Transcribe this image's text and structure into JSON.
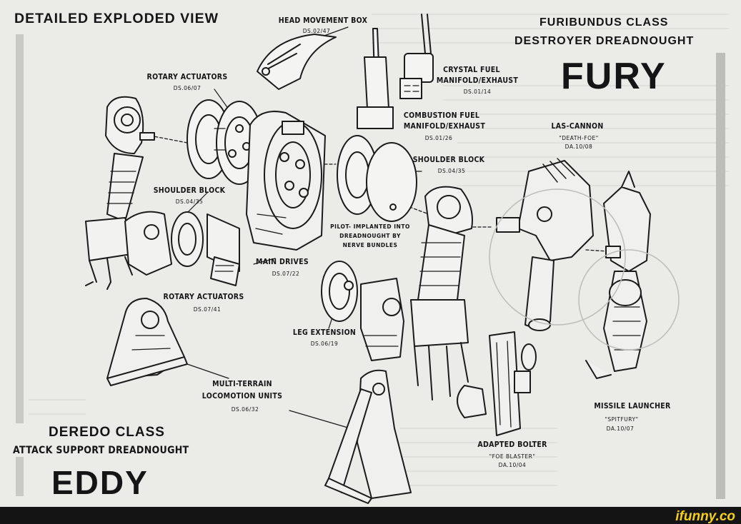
{
  "header": {
    "title": "DETAILED EXPLODED VIEW",
    "fury_class": "FURIBUNDUS CLASS",
    "fury_type": "DESTROYER DREADNOUGHT",
    "fury_name": "FURY"
  },
  "footer": {
    "eddy_class": "DEREDO CLASS",
    "eddy_type": "ATTACK SUPPORT DREADNOUGHT",
    "eddy_name": "EDDY",
    "watermark": "ifunny.co"
  },
  "labels": {
    "head_movement_box": {
      "name": "HEAD MOVEMENT BOX",
      "code": "DS.02/47"
    },
    "rotary_actuators_top": {
      "name": "ROTARY ACTUATORS",
      "code": "DS.06/07"
    },
    "crystal_fuel": {
      "name1": "CRYSTAL FUEL",
      "name2": "MANIFOLD/EXHAUST",
      "code": "DS.01/14"
    },
    "combustion_fuel": {
      "name1": "COMBUSTION FUEL",
      "name2": "MANIFOLD/EXHAUST",
      "code": "DS.01/26"
    },
    "las_cannon": {
      "name": "LAS-CANNON",
      "nickname": "\"DEATH-FOE\"",
      "code": "DA.10/08"
    },
    "shoulder_block_right": {
      "name": "SHOULDER BLOCK",
      "code": "DS.04/35"
    },
    "shoulder_block_left": {
      "name": "SHOULDER BLOCK",
      "code": "DS.04/35"
    },
    "pilot_note": {
      "line1": "PILOT- IMPLANTED INTO",
      "line2": "DREADNOUGHT BY",
      "line3": "NERVE BUNDLES"
    },
    "main_drives": {
      "name": "MAIN DRIVES",
      "code": "DS.07/22"
    },
    "rotary_actuators_bottom": {
      "name": "ROTARY ACTUATORS",
      "code": "DS.07/41"
    },
    "leg_extension": {
      "name": "LEG EXTENSION",
      "code": "DS.06/19"
    },
    "multi_terrain": {
      "name1": "MULTI-TERRAIN",
      "name2": "LOCOMOTION UNITS",
      "code": "DS.06/32"
    },
    "missile_launcher": {
      "name": "MISSILE LAUNCHER",
      "nickname": "\"SPITFURY\"",
      "code": "DA.10/07"
    },
    "adapted_bolter": {
      "name": "ADAPTED BOLTER",
      "nickname": "\"FOE BLASTER\"",
      "code": "DA.10/04"
    }
  }
}
